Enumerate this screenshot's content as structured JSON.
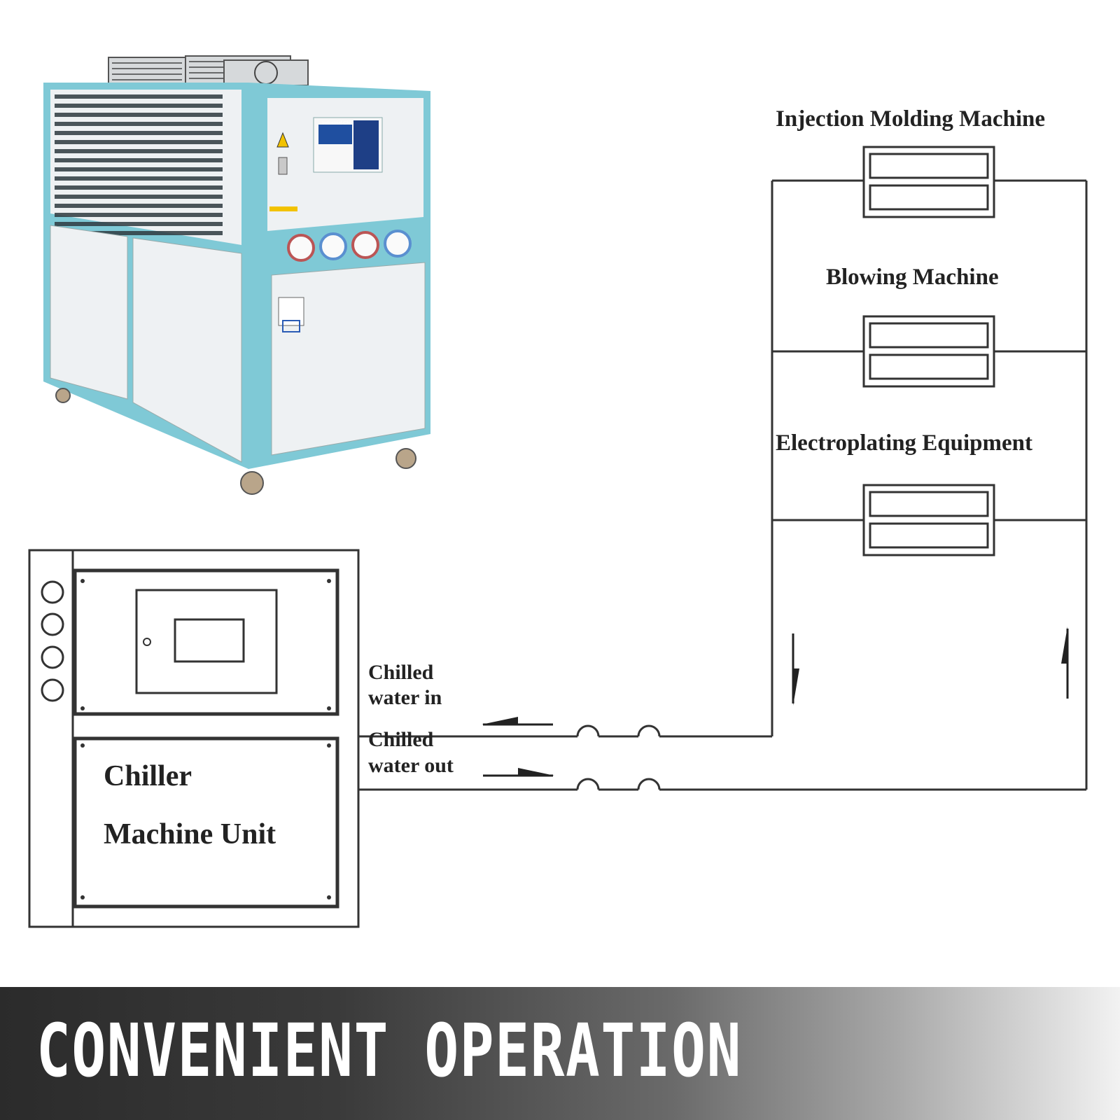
{
  "machines": [
    {
      "label": "Injection Molding Machine"
    },
    {
      "label": "Blowing Machine"
    },
    {
      "label": "Electroplating Equipment"
    }
  ],
  "chiller_unit": {
    "line1": "Chiller",
    "line2": "Machine Unit"
  },
  "flows": {
    "inlet": [
      "Chilled",
      "water in"
    ],
    "outlet": [
      "Chilled",
      "water out"
    ]
  },
  "product_photo": {
    "display_title": "Industrial Chiller",
    "colors": {
      "frame": "#7fc9d6",
      "panel": "#eef1f3",
      "grille": "#2e3a40"
    },
    "gauges": 4
  },
  "banner": {
    "text": "CONVENIENT OPERATION"
  }
}
